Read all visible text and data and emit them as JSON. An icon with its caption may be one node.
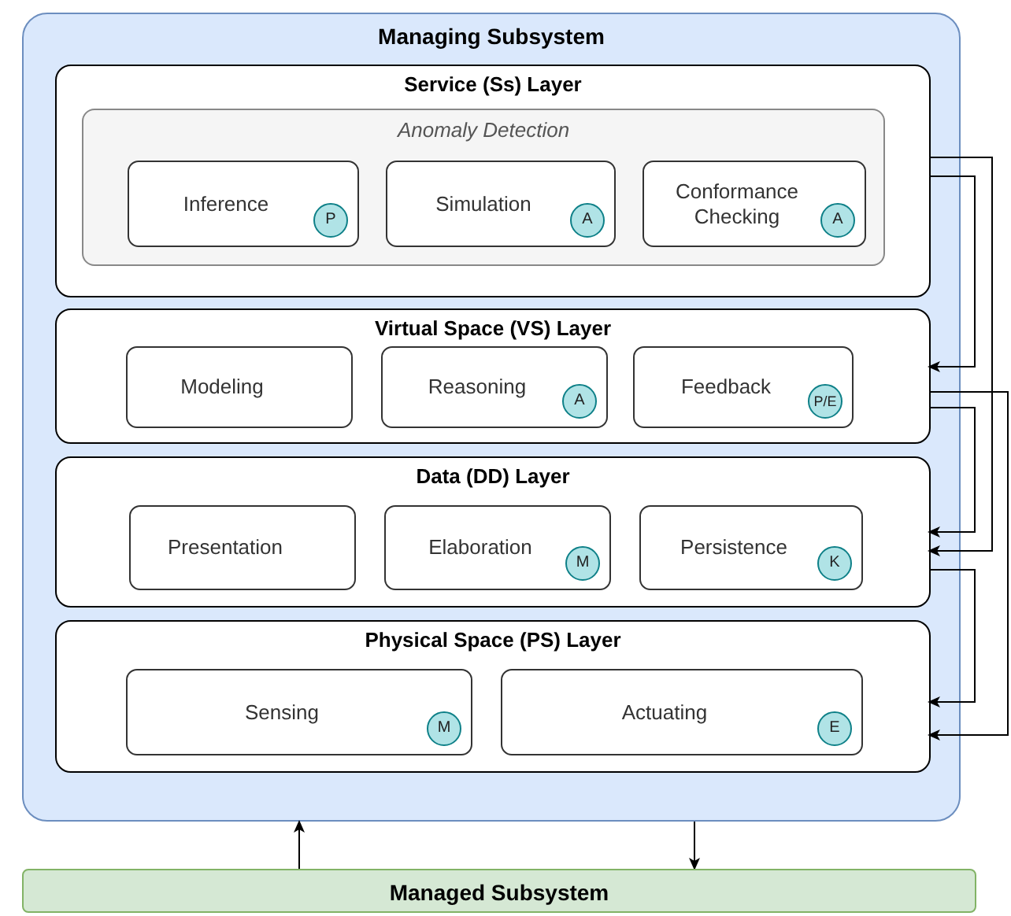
{
  "diagram": {
    "nodes": [
      {
        "text": [
          "Managing Subsystem"
        ]
      },
      {
        "text": [
          "Service (Ss) Layer"
        ],
        "in": 0
      },
      {
        "text": [
          "Anomaly Detection"
        ],
        "in": 1
      },
      {
        "text": [
          "Inference",
          "P"
        ],
        "in": 2
      },
      {
        "text": [
          "Simulation",
          "A"
        ],
        "in": 2
      },
      {
        "text": [
          "Conformance Checking",
          "A"
        ],
        "in": 2
      },
      {
        "text": [
          "Virtual Space (VS) Layer"
        ],
        "in": 0
      },
      {
        "text": [
          "Modeling"
        ],
        "in": 6
      },
      {
        "text": [
          "Reasoning",
          "A"
        ],
        "in": 6
      },
      {
        "text": [
          "Feedback",
          "P/E"
        ],
        "in": 6
      },
      {
        "text": [
          "Data (DD) Layer"
        ],
        "in": 0
      },
      {
        "text": [
          "Presentation"
        ],
        "in": 10
      },
      {
        "text": [
          "Elaboration",
          "M"
        ],
        "in": 10
      },
      {
        "text": [
          "Persistence",
          "K"
        ],
        "in": 10
      },
      {
        "text": [
          "Physical Space (PS) Layer"
        ],
        "in": 0
      },
      {
        "text": [
          "Sensing",
          "M"
        ],
        "in": 14
      },
      {
        "text": [
          "Actuating",
          "E"
        ],
        "in": 14
      },
      {
        "text": [
          "Managed Subsystem"
        ]
      }
    ],
    "edges": [
      {
        "from": 1,
        "to": 10,
        "arrow": "to"
      },
      {
        "from": 1,
        "to": 6,
        "arrow": "to"
      },
      {
        "from": 6,
        "to": 14,
        "arrow": "to"
      },
      {
        "from": 6,
        "to": 10,
        "arrow": "to"
      },
      {
        "from": 10,
        "to": 14,
        "arrow": "to"
      },
      {
        "from": 17,
        "to": 0,
        "arrow": "to"
      },
      {
        "from": 0,
        "to": 17,
        "arrow": "to"
      }
    ]
  }
}
